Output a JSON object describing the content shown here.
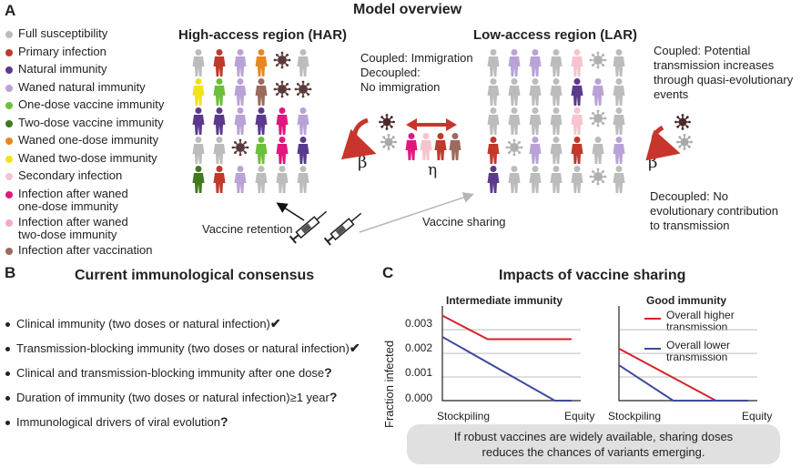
{
  "panel_a": {
    "letter": "A",
    "title": "Model overview",
    "har_title": "High-access region (HAR)",
    "lar_title": "Low-access region (LAR)",
    "coupled_immigration": "Coupled: Immigration",
    "decoupled_line1": "Decoupled:",
    "decoupled_line2": "No immigration",
    "coupled_potential": [
      "Coupled: Potential",
      "transmission increases",
      "through quasi-evolutionary",
      "events"
    ],
    "decoupled_no_evo": [
      "Decoupled: No",
      "evolutionary contribution",
      "to transmission"
    ],
    "beta_har": "β",
    "beta_lar": "β",
    "eta": "η",
    "vaccine_retention": "Vaccine retention",
    "vaccine_sharing": "Vaccine sharing",
    "legend": [
      {
        "label": "Full susceptibility",
        "color": "#bcbcbc"
      },
      {
        "label": "Primary infection",
        "color": "#c0392b"
      },
      {
        "label": "Natural immunity",
        "color": "#5b3a8e"
      },
      {
        "label": "Waned natural immunity",
        "color": "#b9a3d6"
      },
      {
        "label": "One-dose vaccine immunity",
        "color": "#6cbf3a"
      },
      {
        "label": "Two-dose vaccine immunity",
        "color": "#3f7a1e"
      },
      {
        "label": "Waned one-dose immunity",
        "color": "#e8871e"
      },
      {
        "label": "Waned two-dose immunity",
        "color": "#f2e21b"
      },
      {
        "label": "Secondary infection",
        "color": "#f6c3cf"
      },
      {
        "label": "Infection after waned one-dose immunity",
        "color": "#e0177e"
      },
      {
        "label": "Infection after waned two-dose immunity",
        "color": "#f2a9cf"
      },
      {
        "label": "Infection after vaccination",
        "color": "#9c6a5e"
      }
    ],
    "legend_lines": [
      [
        "Full susceptibility"
      ],
      [
        "Primary infection"
      ],
      [
        "Natural immunity"
      ],
      [
        "Waned natural immunity"
      ],
      [
        "One-dose vaccine immunity"
      ],
      [
        "Two-dose vaccine immunity"
      ],
      [
        "Waned one-dose immunity"
      ],
      [
        "Waned two-dose immunity"
      ],
      [
        "Secondary infection"
      ],
      [
        "Infection after waned",
        "one-dose immunity"
      ],
      [
        "Infection after waned",
        "two-dose immunity"
      ],
      [
        "Infection after vaccination"
      ]
    ],
    "har_grid": [
      [
        "#bcbcbc",
        "#c0392b",
        "#b9a3d6",
        "#e8871e",
        "virus",
        "#bcbcbc"
      ],
      [
        "#f2e21b",
        "#6cbf3a",
        "#b9a3d6",
        "#9c6a5e",
        "virus",
        "virus"
      ],
      [
        "#5b3a8e",
        "#5b3a8e",
        "#b9a3d6",
        "#5b3a8e",
        "#e0177e",
        "#b9a3d6"
      ],
      [
        "#bcbcbc",
        "#bcbcbc",
        "virus",
        "#6cbf3a",
        "#e0177e",
        "#5b3a8e"
      ],
      [
        "#3f7a1e",
        "#c0392b",
        "#b9a3d6",
        "#bcbcbc",
        "#bcbcbc",
        "#bcbcbc"
      ]
    ],
    "lar_grid": [
      [
        "#bcbcbc",
        "#b9a3d6",
        "#b9a3d6",
        "#bcbcbc",
        "#f6c3cf",
        "virus",
        "#bcbcbc"
      ],
      [
        "#bcbcbc",
        "#bcbcbc",
        "#bcbcbc",
        "#bcbcbc",
        "#5b3a8e",
        "#b9a3d6",
        "#bcbcbc"
      ],
      [
        "#bcbcbc",
        "#bcbcbc",
        "#bcbcbc",
        "#bcbcbc",
        "#f6c3cf",
        "virus",
        "#bcbcbc"
      ],
      [
        "#c0392b",
        "virus",
        "#b9a3d6",
        "#bcbcbc",
        "#c0392b",
        "#bcbcbc",
        "#b9a3d6"
      ],
      [
        "#5b3a8e",
        "#bcbcbc",
        "#bcbcbc",
        "#bcbcbc",
        "#bcbcbc",
        "virus",
        "#bcbcbc"
      ]
    ],
    "center_people": [
      "#e0177e",
      "#f6c3cf",
      "#c0392b",
      "#9c6a5e"
    ]
  },
  "panel_b": {
    "letter": "B",
    "title": "Current immunological consensus",
    "items": [
      {
        "text": "Clinical immunity (two doses or natural infection)",
        "mark": "✔"
      },
      {
        "text": "Transmission-blocking immunity (two doses or natural infection)",
        "mark": "✔"
      },
      {
        "text": "Clinical and transmission-blocking immunity after one dose",
        "mark": "?"
      },
      {
        "text": "Duration of immunity (two doses or natural infection)≥1 year",
        "mark": "?"
      },
      {
        "text": "Immunological drivers of viral evolution",
        "mark": "?"
      }
    ]
  },
  "panel_c": {
    "letter": "C",
    "title": "Impacts of vaccine sharing",
    "ylabel": "Fraction infected",
    "legend_higher": [
      "Overall higher",
      "transmission"
    ],
    "legend_lower": [
      "Overall lower",
      "transmission"
    ],
    "higher_color": "#d4232a",
    "lower_color": "#3f4a9c",
    "box_text": [
      "If robust vaccines are widely available, sharing doses",
      "reduces the chances of variants emerging."
    ]
  },
  "chart_data": [
    {
      "type": "line",
      "title": "Intermediate immunity",
      "xlabel": "",
      "ylabel": "Fraction infected",
      "x": [
        0,
        0.35,
        1
      ],
      "x_tick_labels": [
        "Stockpiling",
        "Equity"
      ],
      "y_ticks": [
        "0.000",
        "0.001",
        "0.002",
        "0.003"
      ],
      "ylim": [
        0,
        0.0037
      ],
      "series": [
        {
          "name": "Overall higher transmission",
          "x": [
            0,
            0.35,
            1
          ],
          "values": [
            0.0036,
            0.0026,
            0.0026
          ]
        },
        {
          "name": "Overall lower transmission",
          "x": [
            0,
            0.87,
            1
          ],
          "values": [
            0.0027,
            0.0,
            0.0
          ]
        }
      ]
    },
    {
      "type": "line",
      "title": "Good immunity",
      "xlabel": "",
      "ylabel": "",
      "x_tick_labels": [
        "Stockpiling",
        "Equity"
      ],
      "ylim": [
        0,
        0.0037
      ],
      "series": [
        {
          "name": "Overall higher transmission",
          "x": [
            0,
            0.75,
            1
          ],
          "values": [
            0.0022,
            0.0,
            0.0
          ]
        },
        {
          "name": "Overall lower transmission",
          "x": [
            0,
            0.42,
            1
          ],
          "values": [
            0.0015,
            0.0,
            0.0
          ]
        }
      ]
    }
  ]
}
